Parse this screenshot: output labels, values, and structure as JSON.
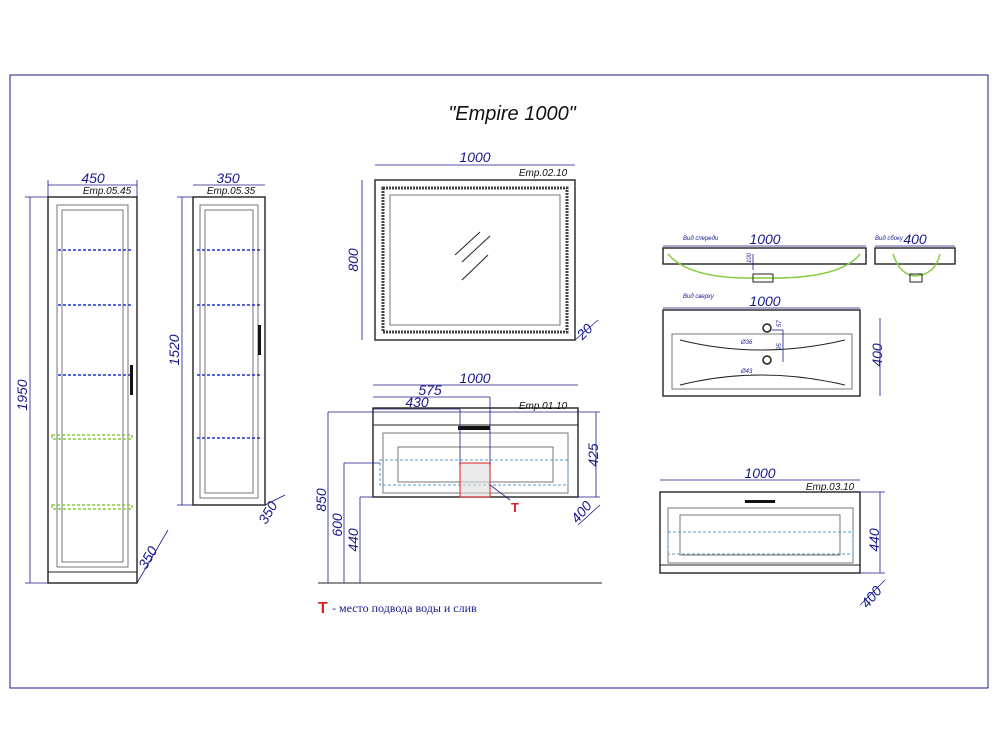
{
  "title": "\"Empire 1000\"",
  "colors": {
    "dimension": "#1a1a8c",
    "shelf_glass": "#2233cc",
    "shelf_alt": "#88cc44",
    "water_point": "#dd2222"
  },
  "tall_cabinet_450": {
    "code": "Emp.05.45",
    "width": "450",
    "height": "1950",
    "depth": "350"
  },
  "tall_cabinet_350": {
    "code": "Emp.05.35",
    "width": "350",
    "height": "1520",
    "depth": "350"
  },
  "mirror": {
    "code": "Emp.02.10",
    "width": "1000",
    "height": "800",
    "depth": "20"
  },
  "vanity": {
    "code": "Emp.01.10",
    "width": "1000",
    "dim_575": "575",
    "dim_430": "430",
    "height": "425",
    "depth": "400",
    "h850": "850",
    "h600": "600",
    "h440": "440",
    "marker": "T"
  },
  "sink": {
    "front_label": "Вид спереди",
    "side_label": "Вид сбоку",
    "top_label": "Вид сверху",
    "front_width": "1000",
    "side_depth": "400",
    "top_width": "1000",
    "top_depth": "400",
    "inner_dim": "100",
    "hole1": "Ø36",
    "hole2": "Ø43",
    "d1": "57",
    "d2": "95"
  },
  "base_cabinet": {
    "code": "Emp.03.10",
    "width": "1000",
    "height": "440",
    "depth": "400"
  },
  "legend": {
    "marker": "T",
    "text": "- место подвода воды и слив"
  }
}
